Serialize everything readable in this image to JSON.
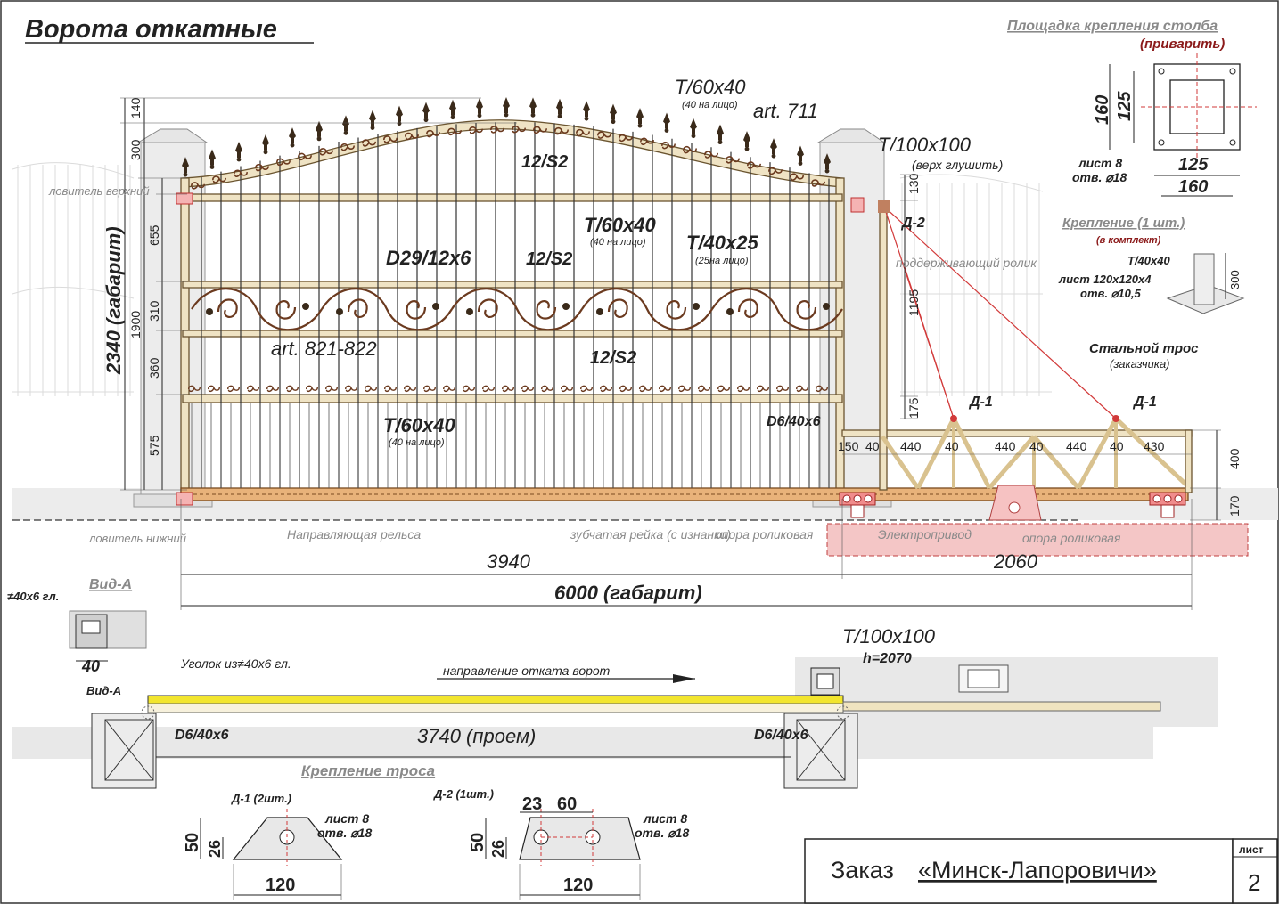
{
  "title": "Ворота откатные",
  "sheet": {
    "label": "лист",
    "number": "2"
  },
  "order": {
    "prefix": "Заказ ",
    "name": "«Минск-Лапоровичи»"
  },
  "labels": {
    "t60x40_top": "T/60x40",
    "t60x40_top_note": "(40 на лицо)",
    "art711": "art. 711",
    "s12_top": "12/S2",
    "t60x40_mid": "T/60x40",
    "t60x40_mid_note": "(40 на лицо)",
    "d29": "D29/12x6",
    "s12_mid": "12/S2",
    "t40x25": "T/40x25",
    "t40x25_note": "(25на лицо)",
    "art821": "art. 821-822",
    "s12_low": "12/S2",
    "t60x40_low": "T/60x40",
    "t60x40_low_note": "(40 на лицо)",
    "t100x100": "T/100x100",
    "t100x100_note": "(верх глушить)",
    "d2": "Д-2",
    "support_roller": "поддерживающий ролик",
    "steel_cable": "Стальной трос",
    "steel_cable_note": "(заказчика)",
    "d1_left": "Д-1",
    "d1_right": "Д-1",
    "d6_main": "D6/40x6",
    "catcher_top": "ловитель верхний",
    "catcher_bottom": "ловитель нижний",
    "guide_rail": "Направляющая рельса",
    "gear_rack": "зубчатая рейка (с изнанки)",
    "roller_support_left": "опора роликовая",
    "electric_drive": "Электропривод",
    "roller_support_right": "опора роликовая",
    "gabarit_height": "2340 (габарит)",
    "gabarit_width": "6000 (габарит)"
  },
  "dimensions": {
    "h140": "140",
    "h300": "300",
    "h655": "655",
    "h1900": "1900",
    "h310": "310",
    "h360": "360",
    "h575": "575",
    "h130": "130",
    "h1195": "1195",
    "h175": "175",
    "h400": "400",
    "h170": "170",
    "w150": "150",
    "truss": [
      "40",
      "440",
      "40",
      "440",
      "40",
      "440",
      "40",
      "430"
    ],
    "w3940": "3940",
    "w2060": "2060"
  },
  "post_plate": {
    "title": "Площадка крепления столба",
    "note": "(приварить)",
    "d160v": "160",
    "d125v": "125",
    "d125h": "125",
    "d160h": "160",
    "sheet": "лист 8",
    "hole": "отв. ⌀18"
  },
  "mount": {
    "title": "Крепление (1 шт.)",
    "note": "(в комплект)",
    "tube": "T/40x40",
    "sheet": "лист 120x120x4",
    "hole": "отв. ⌀10,5",
    "height": "300"
  },
  "view_a": {
    "title": "Вид-А",
    "angle": "≠40x6 гл.",
    "width": "40",
    "marker": "Вид-А"
  },
  "plan": {
    "angle_label": "Уголок из≠40x6 гл.",
    "direction": "направление отката ворот",
    "post_tube": "T/100x100",
    "post_h": "h=2070",
    "d6_left": "D6/40x6",
    "d6_right": "D6/40x6",
    "opening": "3740 (проем)",
    "cable_mount_title": "Крепление троса"
  },
  "d1": {
    "title": "Д-1 (2шт.)",
    "h50": "50",
    "h26": "26",
    "w120": "120",
    "sheet": "лист 8",
    "hole": "отв. ⌀18"
  },
  "d2": {
    "title": "Д-2 (1шт.)",
    "w23": "23",
    "w60": "60",
    "h50": "50",
    "h26": "26",
    "w120": "120",
    "sheet": "лист 8",
    "hole": "отв. ⌀18"
  }
}
